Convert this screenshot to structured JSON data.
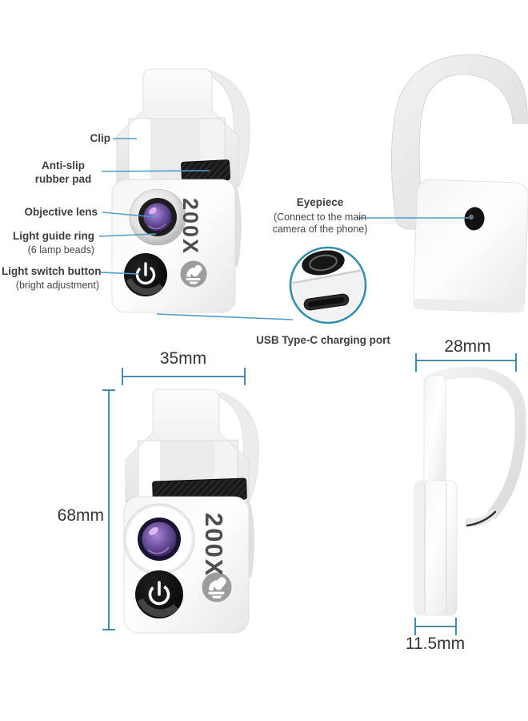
{
  "product": {
    "marking_200x": "200X"
  },
  "callouts": {
    "clip": "Clip",
    "anti_slip_line1": "Anti-slip",
    "anti_slip_line2": "rubber pad",
    "objective_lens": "Objective lens",
    "light_guide_ring": "Light guide ring",
    "light_guide_ring_sub": "(6 lamp beads)",
    "light_switch_button": "Light switch button",
    "light_switch_button_sub": "(bright adjustment)",
    "eyepiece": "Eyepiece",
    "eyepiece_sub_line1": "(Connect to the main",
    "eyepiece_sub_line2": "camera of the phone)",
    "usb_port": "USB Type-C charging port"
  },
  "dimensions": {
    "front_width": "35mm",
    "front_height": "68mm",
    "side_width": "28mm",
    "side_depth": "11.5mm"
  },
  "colors": {
    "leader_line": "#4d9ecf",
    "dimension_line": "#2e7fa3",
    "inset_circle_stroke": "#2e8fae",
    "label_text": "#3e3e3e",
    "marking_text": "#4d4d4d",
    "lens_purple": "#6b4f9a",
    "body_white": "#f5f5f5"
  }
}
